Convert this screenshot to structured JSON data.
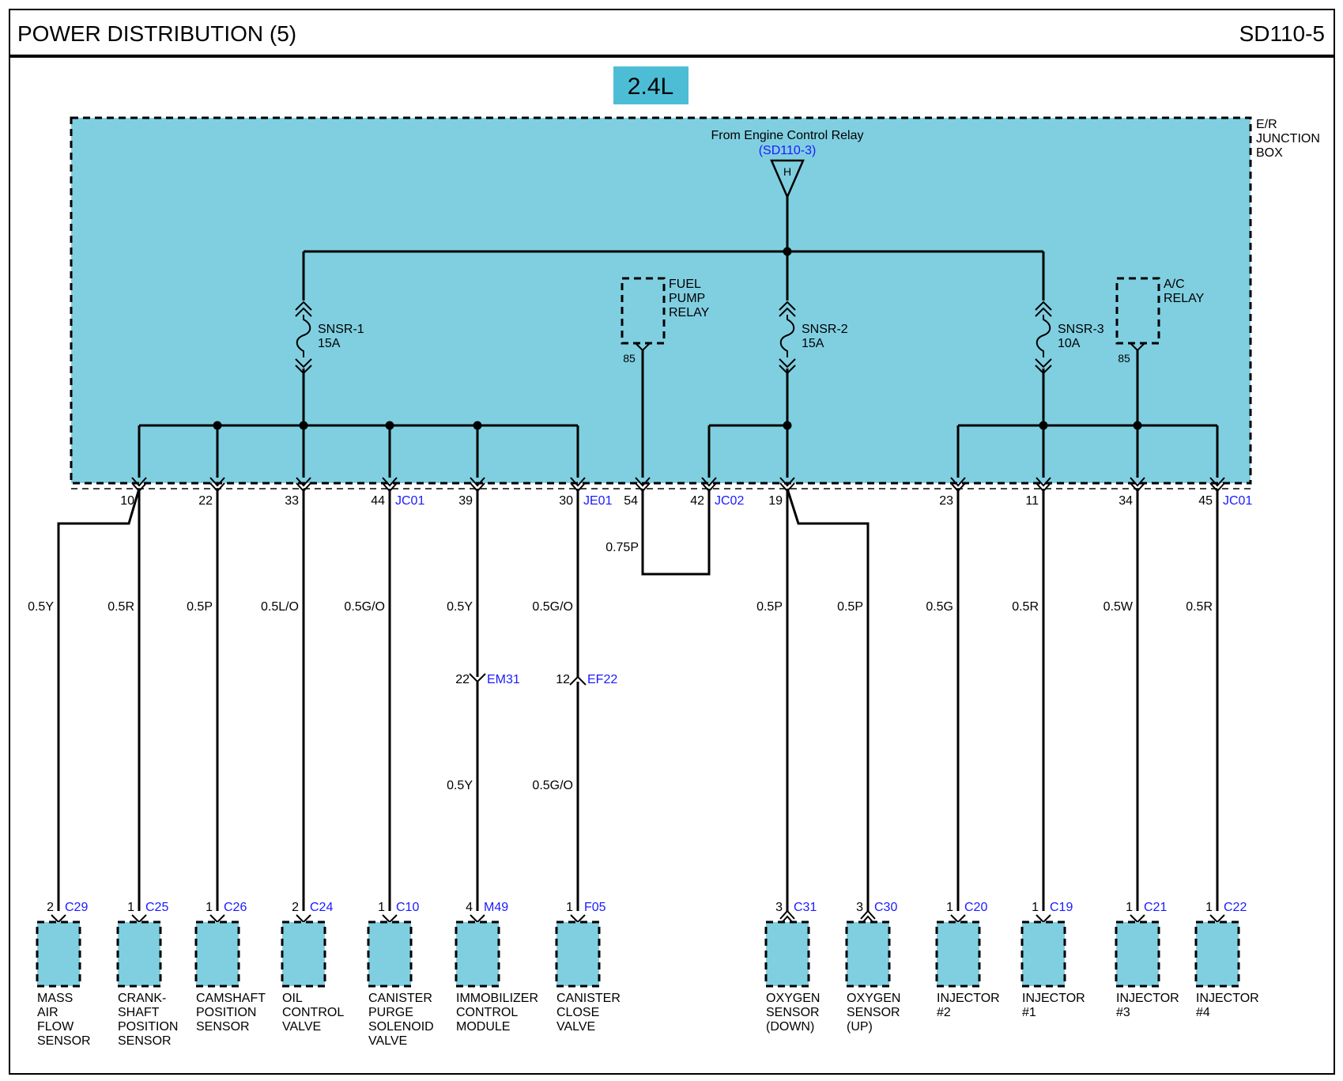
{
  "header": {
    "title": "POWER DISTRIBUTION (5)",
    "code": "SD110-5"
  },
  "badge": "2.4L",
  "colors": {
    "box_fill": "#80cfe1",
    "badge_fill": "#4dbdd6",
    "ref_blue": "#1a1aff"
  },
  "junction_box": {
    "label": [
      "E/R",
      "JUNCTION",
      "BOX"
    ]
  },
  "source": {
    "label": "From Engine Control Relay",
    "ref": "(SD110-3)",
    "connector": "H"
  },
  "fuses": [
    {
      "name": "SNSR-1",
      "rating": "15A"
    },
    {
      "name": "SNSR-2",
      "rating": "15A"
    },
    {
      "name": "SNSR-3",
      "rating": "10A"
    }
  ],
  "relays": [
    {
      "label": [
        "FUEL",
        "PUMP",
        "RELAY"
      ],
      "pin": "85"
    },
    {
      "label": [
        "A/C",
        "RELAY"
      ],
      "pin": "85"
    }
  ],
  "pins": [
    {
      "num": "10",
      "conn": ""
    },
    {
      "num": "22",
      "conn": ""
    },
    {
      "num": "33",
      "conn": ""
    },
    {
      "num": "44",
      "conn": "JC01"
    },
    {
      "num": "39",
      "conn": ""
    },
    {
      "num": "30",
      "conn": "JE01"
    },
    {
      "num": "54",
      "conn": ""
    },
    {
      "num": "42",
      "conn": "JC02"
    },
    {
      "num": "19",
      "conn": ""
    },
    {
      "num": "23",
      "conn": ""
    },
    {
      "num": "11",
      "conn": ""
    },
    {
      "num": "34",
      "conn": ""
    },
    {
      "num": "45",
      "conn": "JC01"
    }
  ],
  "jumper_wire": "0.75P",
  "inline_connectors": [
    {
      "pin": "22",
      "conn": "EM31"
    },
    {
      "pin": "12",
      "conn": "EF22"
    }
  ],
  "components": [
    {
      "wire": "0.5Y",
      "pin": "2",
      "conn": "C29",
      "label": [
        "MASS",
        "AIR",
        "FLOW",
        "SENSOR"
      ]
    },
    {
      "wire": "0.5R",
      "pin": "1",
      "conn": "C25",
      "label": [
        "CRANK-",
        "SHAFT",
        "POSITION",
        "SENSOR"
      ]
    },
    {
      "wire": "0.5P",
      "pin": "1",
      "conn": "C26",
      "label": [
        "CAMSHAFT",
        "POSITION",
        "SENSOR"
      ]
    },
    {
      "wire": "0.5L/O",
      "pin": "2",
      "conn": "C24",
      "label": [
        "OIL",
        "CONTROL",
        "VALVE"
      ]
    },
    {
      "wire": "0.5G/O",
      "pin": "1",
      "conn": "C10",
      "label": [
        "CANISTER",
        "PURGE",
        "SOLENOID",
        "VALVE"
      ]
    },
    {
      "wire": "0.5Y",
      "wire2": "0.5Y",
      "pin": "4",
      "conn": "M49",
      "label": [
        "IMMOBILIZER",
        "CONTROL",
        "MODULE"
      ]
    },
    {
      "wire": "0.5G/O",
      "wire2": "0.5G/O",
      "pin": "1",
      "conn": "F05",
      "label": [
        "CANISTER",
        "CLOSE",
        "VALVE"
      ]
    },
    {
      "wire": "0.5P",
      "pin": "3",
      "conn": "C31",
      "label": [
        "OXYGEN",
        "SENSOR",
        "(DOWN)"
      ]
    },
    {
      "wire": "0.5P",
      "pin": "3",
      "conn": "C30",
      "label": [
        "OXYGEN",
        "SENSOR",
        "(UP)"
      ]
    },
    {
      "wire": "0.5G",
      "pin": "1",
      "conn": "C20",
      "label": [
        "INJECTOR",
        "#2"
      ]
    },
    {
      "wire": "0.5R",
      "pin": "1",
      "conn": "C19",
      "label": [
        "INJECTOR",
        "#1"
      ]
    },
    {
      "wire": "0.5W",
      "pin": "1",
      "conn": "C21",
      "label": [
        "INJECTOR",
        "#3"
      ]
    },
    {
      "wire": "0.5R",
      "pin": "1",
      "conn": "C22",
      "label": [
        "INJECTOR",
        "#4"
      ]
    }
  ]
}
